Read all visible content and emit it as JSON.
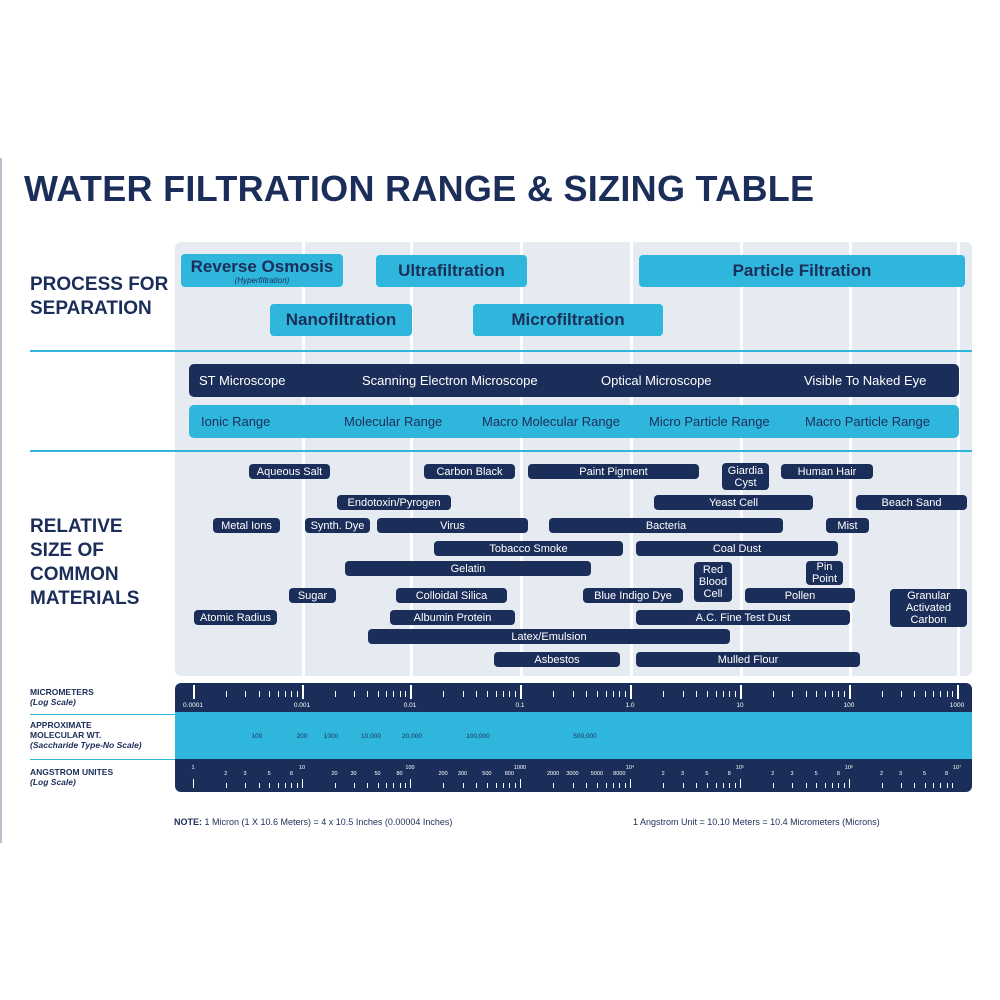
{
  "title": "WATER FILTRATION RANGE & SIZING TABLE",
  "section_labels": {
    "process": [
      "PROCESS FOR",
      "SEPARATION"
    ],
    "relative": [
      "RELATIVE",
      "SIZE OF",
      "COMMON",
      "MATERIALS"
    ]
  },
  "processes": {
    "reverse_osmosis": "Reverse Osmosis",
    "reverse_osmosis_sub": "(Hyperfiltration)",
    "ultrafiltration": "Ultrafiltration",
    "particle_filtration": "Particle Filtration",
    "nanofiltration": "Nanofiltration",
    "microfiltration": "Microfiltration"
  },
  "microscope_band": [
    "ST Microscope",
    "Scanning Electron Microscope",
    "Optical Microscope",
    "Visible To Naked Eye"
  ],
  "range_band": [
    "Ionic Range",
    "Molecular Range",
    "Macro Molecular Range",
    "Micro Particle Range",
    "Macro Particle Range"
  ],
  "materials": [
    "Aqueous Salt",
    "Carbon Black",
    "Paint Pigment",
    "Giardia\nCyst",
    "Human Hair",
    "Endotoxin/Pyrogen",
    "Yeast Cell",
    "Beach Sand",
    "Metal Ions",
    "Synth. Dye",
    "Virus",
    "Bacteria",
    "Mist",
    "Tobacco Smoke",
    "Coal Dust",
    "Gelatin",
    "Red\nBlood\nCell",
    "Pin\nPoint",
    "Sugar",
    "Colloidal Silica",
    "Blue Indigo Dye",
    "Pollen",
    "Granular\nActivated\nCarbon",
    "Atomic Radius",
    "Albumin Protein",
    "A.C. Fine Test Dust",
    "Latex/Emulsion",
    "Asbestos",
    "Mulled Flour"
  ],
  "axes": {
    "micrometers_label": [
      "MICROMETERS",
      "(Log Scale)"
    ],
    "molecular_label": [
      "APPROXIMATE",
      "MOLECULAR WT.",
      "(Saccharide Type-No Scale)"
    ],
    "angstrom_label": [
      "ANGSTROM UNITES",
      "(Log Scale)"
    ],
    "micrometer_ticks": [
      "0.0001",
      "0.001",
      "0.01",
      "0.1",
      "1.0",
      "10",
      "100",
      "1000"
    ],
    "molecular_weights": [
      "100",
      "200",
      "1000",
      "10,000",
      "20,000",
      "100,000",
      "500,000"
    ],
    "angstrom_ticks": [
      "1",
      "2",
      "3",
      "5",
      "8",
      "10",
      "20",
      "30",
      "50",
      "80",
      "100",
      "200",
      "300",
      "500",
      "800",
      "1000",
      "2000",
      "3000",
      "5000",
      "8000",
      "10⁴",
      "2",
      "3",
      "5",
      "8",
      "10⁵",
      "2",
      "3",
      "5",
      "8",
      "10⁶",
      "2",
      "3",
      "5",
      "8",
      "10⁷"
    ]
  },
  "notes": {
    "left_bold": "NOTE:",
    "left": " 1 Micron (1 X 10.6 Meters) = 4 x 10.5 Inches (0.00004 Inches)",
    "right": "1 Angstrom Unit = 10.10 Meters = 10.4 Micrometers (Microns)"
  },
  "colors": {
    "navy": "#1b2e59",
    "cyan": "#2fb6dd",
    "panel": "#e6ebf1"
  }
}
